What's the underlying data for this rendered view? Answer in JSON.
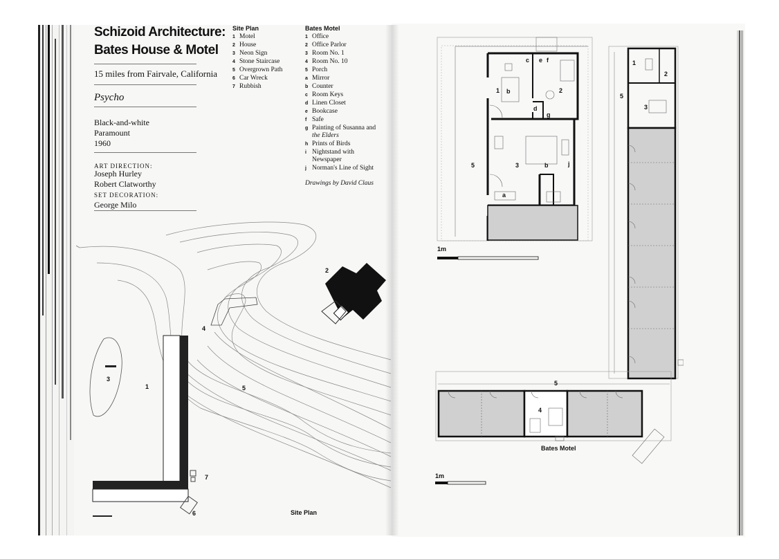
{
  "left_page": {
    "title_line1": "Schizoid Architecture:",
    "title_line2": "Bates House & Motel",
    "location": "15 miles from Fairvale, California",
    "film_title": "Psycho",
    "film_format": "Black-and-white",
    "studio": "Paramount",
    "year": "1960",
    "art_direction_label": "ART DIRECTION:",
    "art_directors": [
      "Joseph Hurley",
      "Robert Clatworthy"
    ],
    "set_decoration_label": "SET DECORATION:",
    "set_decorator": "George Milo",
    "site_plan_heading": "Site Plan",
    "site_plan_items": [
      {
        "n": "1",
        "label": "Motel"
      },
      {
        "n": "2",
        "label": "House"
      },
      {
        "n": "3",
        "label": "Neon Sign"
      },
      {
        "n": "4",
        "label": "Stone Staircase"
      },
      {
        "n": "5",
        "label": "Overgrown Path"
      },
      {
        "n": "6",
        "label": "Car Wreck"
      },
      {
        "n": "7",
        "label": "Rubbish"
      }
    ],
    "bates_motel_heading": "Bates Motel",
    "bates_motel_items": [
      {
        "n": "1",
        "label": "Office"
      },
      {
        "n": "2",
        "label": "Office Parlor"
      },
      {
        "n": "3",
        "label": "Room No. 1"
      },
      {
        "n": "4",
        "label": "Room No. 10"
      },
      {
        "n": "5",
        "label": "Porch"
      },
      {
        "n": "a",
        "label": "Mirror"
      },
      {
        "n": "b",
        "label": "Counter"
      },
      {
        "n": "c",
        "label": "Room Keys"
      },
      {
        "n": "d",
        "label": "Linen Closet"
      },
      {
        "n": "e",
        "label": "Bookcase"
      },
      {
        "n": "f",
        "label": "Safe"
      },
      {
        "n": "g",
        "label": "Painting of Susanna and"
      },
      {
        "n": "",
        "label": "the Elders"
      },
      {
        "n": "h",
        "label": "Prints of Birds"
      },
      {
        "n": "i",
        "label": "Nightstand with"
      },
      {
        "n": "",
        "label": "Newspaper"
      },
      {
        "n": "j",
        "label": "Norman's Line of Sight"
      }
    ],
    "credit": "Drawings by David Claus",
    "site_plan_caption": "Site Plan",
    "site_numbers": {
      "n1": "1",
      "n2": "2",
      "n3": "3",
      "n4": "4",
      "n5": "5",
      "n6": "6",
      "n7": "7"
    }
  },
  "right_page": {
    "scale_label_top": "1m",
    "scale_label_bottom": "1m",
    "caption": "Bates Motel",
    "plan_labels": {
      "top_1": "1",
      "top_2": "2",
      "top_3": "3",
      "top_5": "5",
      "top_b": "b",
      "top_c": "c",
      "top_e": "e",
      "top_f": "f",
      "top_d": "d",
      "top_g": "g",
      "top_b2": "b",
      "top_j": "j",
      "top_a": "a",
      "wing_1": "1",
      "wing_2": "2",
      "wing_5": "5",
      "wing_3": "3",
      "bottom_5": "5",
      "bottom_4": "4"
    }
  }
}
